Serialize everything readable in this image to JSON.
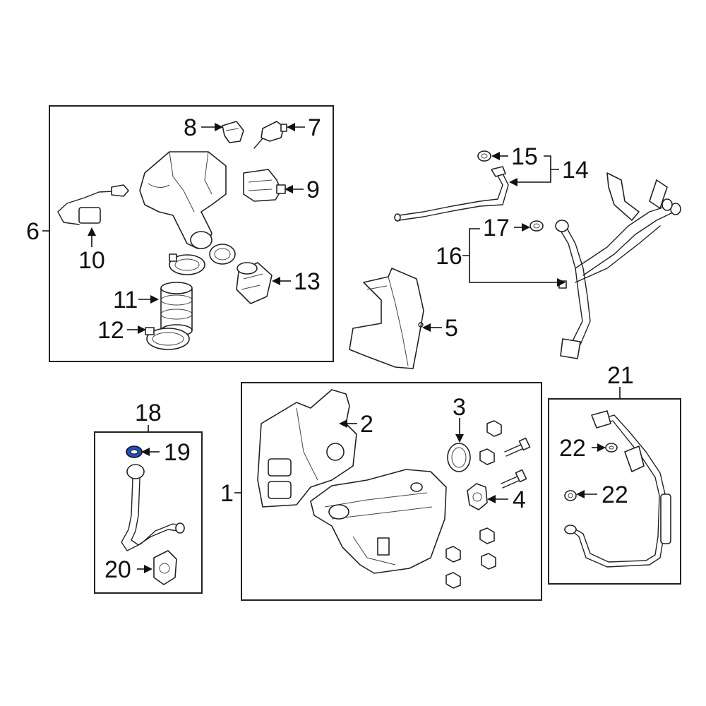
{
  "callouts": {
    "c1": "1",
    "c2": "2",
    "c3": "3",
    "c4": "4",
    "c5": "5",
    "c6": "6",
    "c7": "7",
    "c8": "8",
    "c9": "9",
    "c10": "10",
    "c11": "11",
    "c12": "12",
    "c13": "13",
    "c14": "14",
    "c15": "15",
    "c16": "16",
    "c17": "17",
    "c18": "18",
    "c19": "19",
    "c20": "20",
    "c21": "21",
    "c22a": "22",
    "c22b": "22"
  },
  "highlight": {
    "part": "19",
    "color": "#1f4fbf"
  }
}
